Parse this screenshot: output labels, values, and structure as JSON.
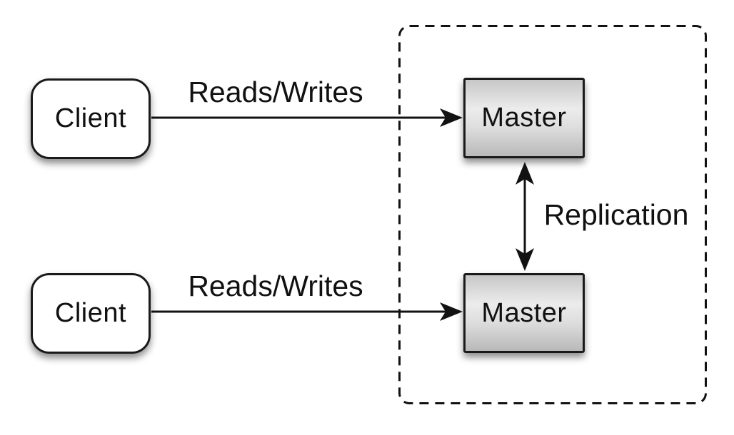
{
  "diagram": {
    "description": "Master-master replication architecture diagram",
    "nodes": {
      "client_top": {
        "label": "Client"
      },
      "client_bottom": {
        "label": "Client"
      },
      "master_top": {
        "label": "Master"
      },
      "master_bottom": {
        "label": "Master"
      }
    },
    "edges": {
      "client_top_to_master_top": {
        "label": "Reads/Writes",
        "arrow": "single-right"
      },
      "client_bottom_to_master_bottom": {
        "label": "Reads/Writes",
        "arrow": "single-right"
      },
      "master_to_master": {
        "label": "Replication",
        "arrow": "double-vertical"
      }
    },
    "cluster": {
      "style": "dashed-rounded-rectangle"
    },
    "colors": {
      "background": "#ffffff",
      "line": "#121212",
      "node_border": "#1a1a1a",
      "client_fill": "#ffffff",
      "master_fill_top": "#c7c7c7",
      "master_fill_mid": "#ececec",
      "master_fill_bottom": "#b9b9b9",
      "text": "#111111"
    }
  }
}
